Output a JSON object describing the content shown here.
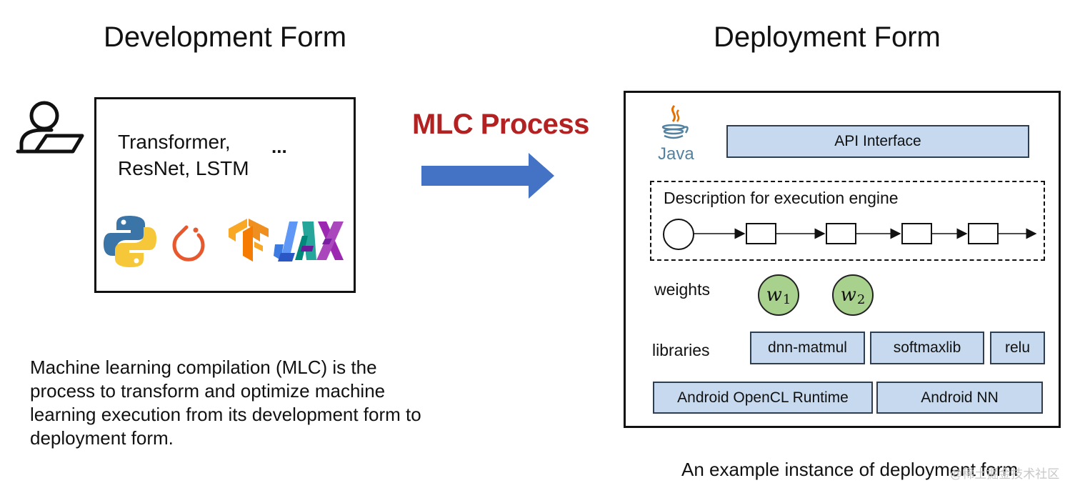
{
  "left": {
    "title": "Development Form",
    "models_line1": "Transformer,",
    "models_line2": "ResNet, LSTM",
    "ellipsis": "...",
    "frameworks": [
      "python-logo-icon",
      "pytorch-logo-icon",
      "tensorflow-logo-icon",
      "jax-logo-icon"
    ],
    "description": "Machine learning compilation (MLC) is the process to transform and optimize machine learning execution from its development form to deployment form."
  },
  "middle": {
    "process_label": "MLC Process",
    "process_color": "#b22222",
    "arrow_color": "#4472c4"
  },
  "right": {
    "title": "Deployment Form",
    "java_label": "Java",
    "api_interface": "API Interface",
    "engine_description": "Description for execution engine",
    "weights_label": "weights",
    "weights": [
      {
        "symbol": "w",
        "subscript": "1"
      },
      {
        "symbol": "w",
        "subscript": "2"
      }
    ],
    "libraries_label": "libraries",
    "libraries": [
      "dnn-matmul",
      "softmaxlib",
      "relu"
    ],
    "runtimes": [
      "Android OpenCL Runtime",
      "Android NN"
    ],
    "caption": "An example instance of deployment form"
  },
  "watermark": "@稀土掘金技术社区",
  "colors": {
    "box_fill": "#c6d9ee",
    "weight_fill": "#a9d18e"
  }
}
